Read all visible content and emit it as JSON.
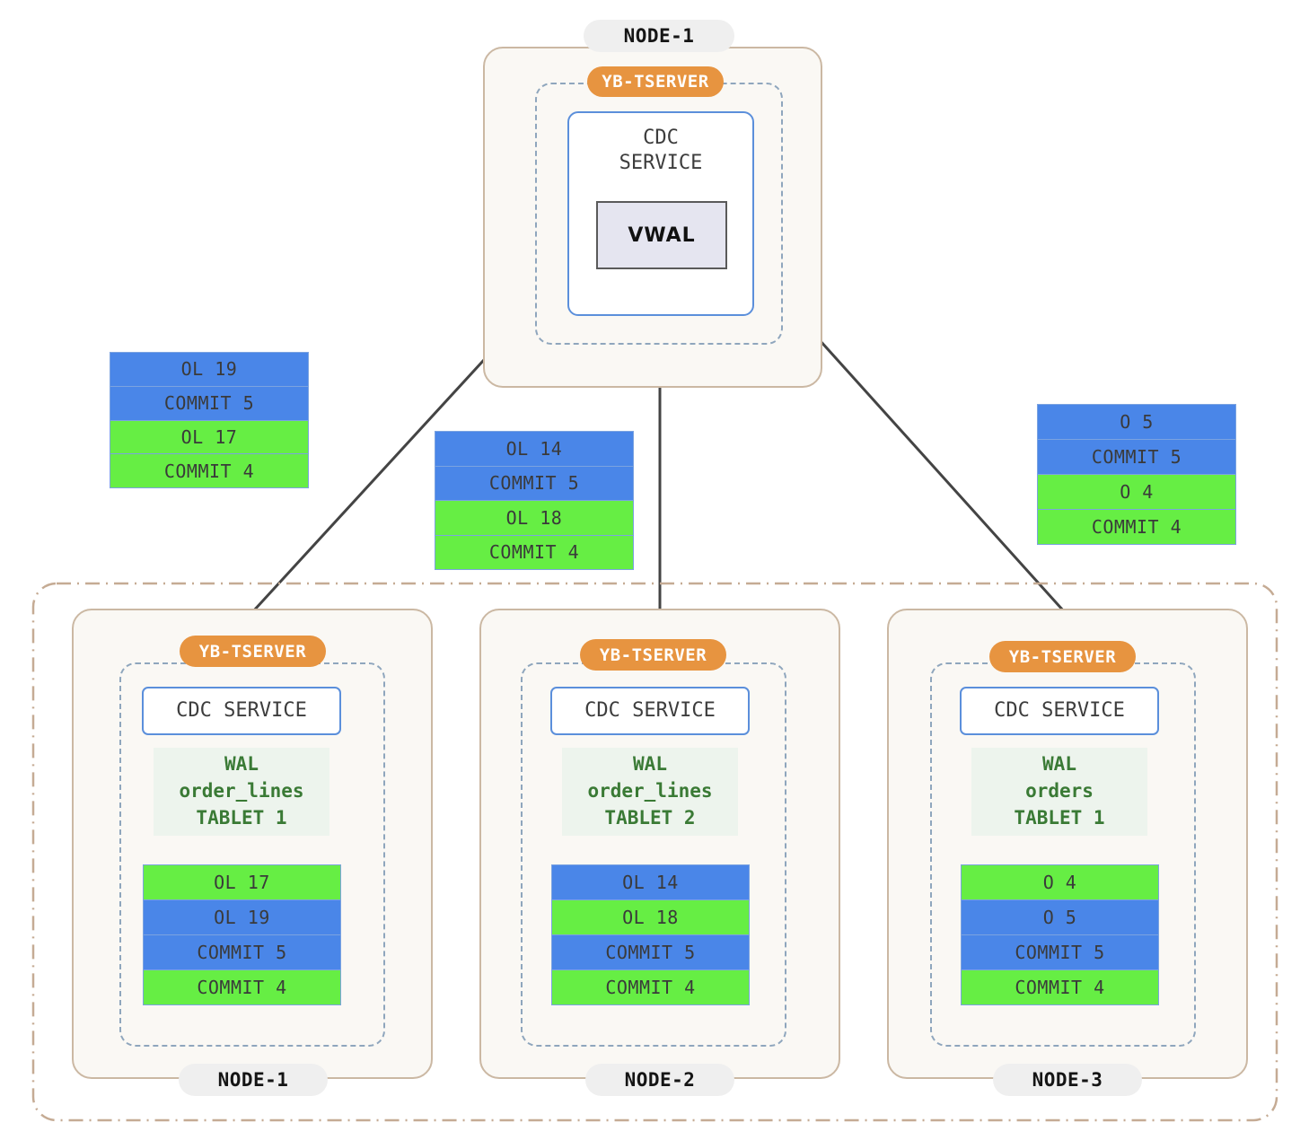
{
  "colors": {
    "green": "#66ee44",
    "blue": "#4a86e8",
    "orange_pill": "#e79440",
    "node_border": "#cbb8a3",
    "node_fill": "#faf8f4",
    "cluster_border": "#c5ab94",
    "tserver_dash": "#8fa6bd",
    "cdc_border": "#5b8fdb",
    "vwal_fill": "#e5e5f0",
    "vwal_border": "#5a5a5a",
    "wal_fill": "#edf4ed",
    "wal_text": "#3a7a35",
    "arrow": "#444444",
    "pill_node_bg": "#efefef"
  },
  "top_node": {
    "node_label": "NODE-1",
    "tserver_label": "YB-TSERVER",
    "cdc_label": "CDC\nSERVICE",
    "vwal_label": "VWAL"
  },
  "floating_stacks": [
    {
      "id": "left",
      "records": [
        {
          "label": "OL 19",
          "color": "blue"
        },
        {
          "label": "COMMIT 5",
          "color": "blue"
        },
        {
          "label": "OL 17",
          "color": "green"
        },
        {
          "label": "COMMIT 4",
          "color": "green"
        }
      ]
    },
    {
      "id": "middle",
      "records": [
        {
          "label": "OL 14",
          "color": "blue"
        },
        {
          "label": "COMMIT 5",
          "color": "blue"
        },
        {
          "label": "OL 18",
          "color": "green"
        },
        {
          "label": "COMMIT 4",
          "color": "green"
        }
      ]
    },
    {
      "id": "right",
      "records": [
        {
          "label": "O 5",
          "color": "blue"
        },
        {
          "label": "COMMIT 5",
          "color": "blue"
        },
        {
          "label": "O 4",
          "color": "green"
        },
        {
          "label": "COMMIT 4",
          "color": "green"
        }
      ]
    }
  ],
  "bottom_nodes": [
    {
      "node_label": "NODE-1",
      "tserver_label": "YB-TSERVER",
      "cdc_label": "CDC SERVICE",
      "wal": {
        "line1": "WAL",
        "line2": "order_lines",
        "line3": "TABLET 1"
      },
      "records": [
        {
          "label": "OL 17",
          "color": "green"
        },
        {
          "label": "OL 19",
          "color": "blue"
        },
        {
          "label": "COMMIT 5",
          "color": "blue"
        },
        {
          "label": "COMMIT 4",
          "color": "green"
        }
      ]
    },
    {
      "node_label": "NODE-2",
      "tserver_label": "YB-TSERVER",
      "cdc_label": "CDC SERVICE",
      "wal": {
        "line1": "WAL",
        "line2": "order_lines",
        "line3": "TABLET 2"
      },
      "records": [
        {
          "label": "OL 14",
          "color": "blue"
        },
        {
          "label": "OL 18",
          "color": "green"
        },
        {
          "label": "COMMIT 5",
          "color": "blue"
        },
        {
          "label": "COMMIT 4",
          "color": "green"
        }
      ]
    },
    {
      "node_label": "NODE-3",
      "tserver_label": "YB-TSERVER",
      "cdc_label": "CDC SERVICE",
      "wal": {
        "line1": "WAL",
        "line2": "orders",
        "line3": "TABLET 1"
      },
      "records": [
        {
          "label": "O 4",
          "color": "green"
        },
        {
          "label": "O 5",
          "color": "blue"
        },
        {
          "label": "COMMIT 5",
          "color": "blue"
        },
        {
          "label": "COMMIT 4",
          "color": "green"
        }
      ]
    }
  ]
}
